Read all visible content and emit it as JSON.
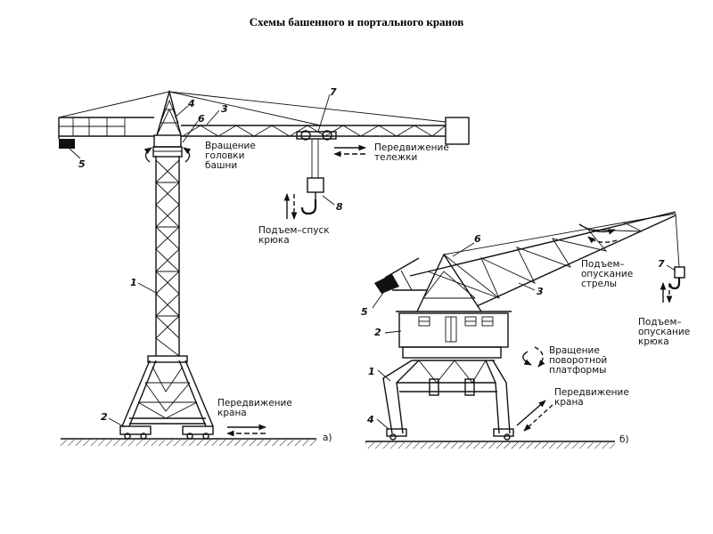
{
  "title": "Схемы башенного и портального кранов",
  "tower_crane": {
    "subfig": "а)",
    "labels": {
      "rotation": [
        "Вращение",
        "головки",
        "башни"
      ],
      "trolley": [
        "Передвижение",
        "тележки"
      ],
      "hook": [
        "Подъем–спуск",
        "крюка"
      ],
      "travel": [
        "Передвижение",
        "крана"
      ]
    },
    "parts": [
      "1",
      "2",
      "3",
      "4",
      "5",
      "6",
      "7",
      "8"
    ]
  },
  "portal_crane": {
    "subfig": "б)",
    "labels": {
      "boom": [
        "Подъем–",
        "опускание",
        "стрелы"
      ],
      "hook": [
        "Подъем–",
        "опускание",
        "крюка"
      ],
      "rotation": [
        "Вращение",
        "поворотной",
        "платформы"
      ],
      "travel": [
        "Передвижение",
        "крана"
      ]
    },
    "parts": [
      "1",
      "2",
      "3",
      "4",
      "5",
      "6",
      "7"
    ]
  }
}
